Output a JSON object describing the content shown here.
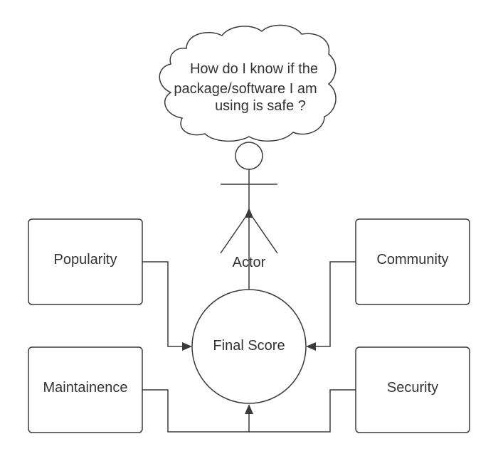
{
  "thought_bubble": {
    "lines": [
      "How do I know if the",
      "package/software I am",
      "using is safe ?"
    ]
  },
  "actor": {
    "label": "Actor"
  },
  "center": {
    "label": "Final Score"
  },
  "boxes": {
    "popularity": "Popularity",
    "community": "Community",
    "maintainence": "Maintainence",
    "security": "Security"
  }
}
